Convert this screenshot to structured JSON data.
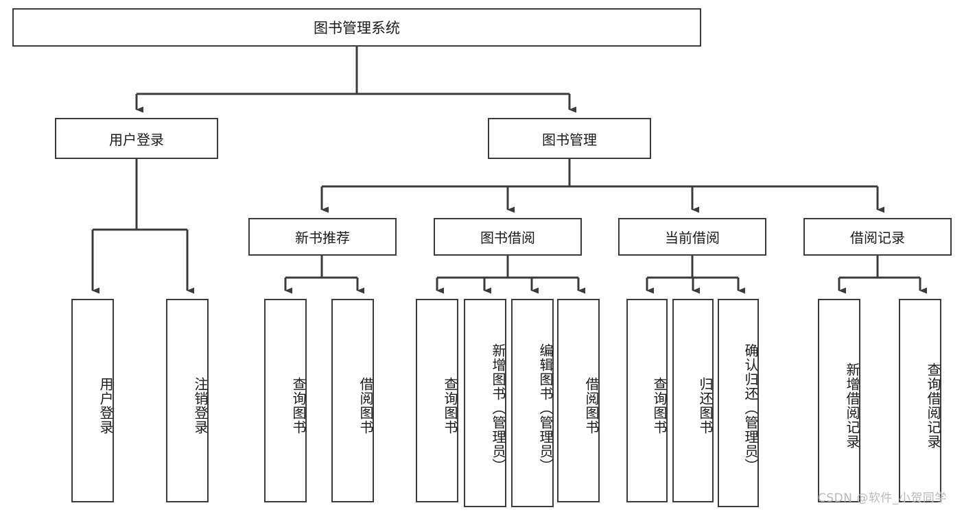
{
  "diagram": {
    "title": "图书管理系统",
    "type": "hierarchy-tree",
    "root": {
      "label": "图书管理系统"
    },
    "level2": [
      {
        "label": "用户登录"
      },
      {
        "label": "图书管理"
      }
    ],
    "level3": [
      {
        "label": "新书推荐"
      },
      {
        "label": "图书借阅"
      },
      {
        "label": "当前借阅"
      },
      {
        "label": "借阅记录"
      }
    ],
    "leaves": {
      "user_login": [
        {
          "label": "用户登录"
        },
        {
          "label": "注销登录"
        }
      ],
      "new_book_recommend": [
        {
          "label": "查询图书"
        },
        {
          "label": "借阅图书"
        }
      ],
      "book_borrow": [
        {
          "label": "查询图书"
        },
        {
          "label": "新增图书（管理员）"
        },
        {
          "label": "编辑图书（管理员）"
        },
        {
          "label": "借阅图书"
        }
      ],
      "current_borrow": [
        {
          "label": "查询图书"
        },
        {
          "label": "归还图书"
        },
        {
          "label": "确认归还（管理员）"
        }
      ],
      "borrow_record": [
        {
          "label": "新增借阅记录"
        },
        {
          "label": "查询借阅记录"
        }
      ]
    }
  },
  "watermark": {
    "text": "CSDN @软件_小贺同学"
  },
  "colors": {
    "stroke": "#3b3b3b",
    "fill": "#ffffff",
    "text": "#1a1a1a",
    "watermark": "#b9b9b9"
  }
}
